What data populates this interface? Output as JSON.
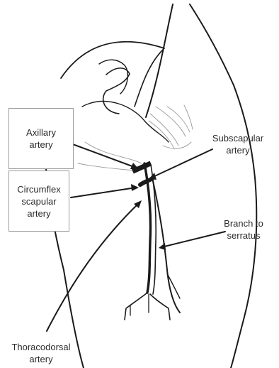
{
  "labels": {
    "axillary": [
      "Axillary",
      "artery"
    ],
    "circumflex": [
      "Circumflex",
      "scapular",
      "artery"
    ],
    "subscapular": [
      "Subscapular",
      "artery"
    ],
    "serratus": [
      "Branch to",
      "serratus"
    ],
    "thoracodorsal": [
      "Thoracodorsal",
      "artery"
    ]
  }
}
